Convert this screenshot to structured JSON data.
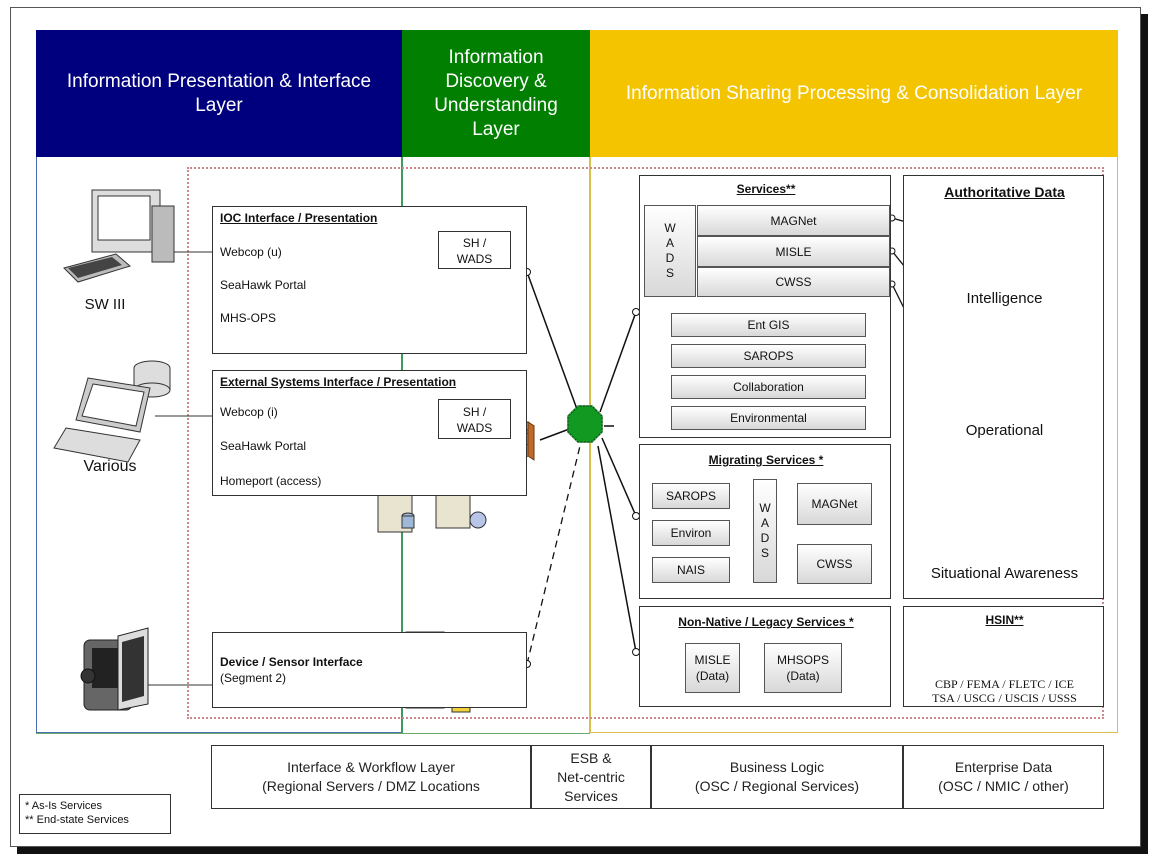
{
  "headers": {
    "presentation": [
      "Information Presentation & Interface",
      "Layer"
    ],
    "discovery": [
      "Information",
      "Discovery &",
      "Understanding",
      "Layer"
    ],
    "sharing": "Information Sharing Processing & Consolidation Layer"
  },
  "clients": {
    "sw3": "SW III",
    "various": "Various"
  },
  "ioc": {
    "title": "IOC Interface / Presentation",
    "items": [
      "Webcop (u)",
      "SeaHawk Portal",
      "MHS-OPS"
    ],
    "box": [
      "SH /",
      "WADS"
    ]
  },
  "external": {
    "title": "External Systems Interface / Presentation",
    "items": [
      "Webcop (i)",
      "SeaHawk Portal",
      "Homeport (access)"
    ],
    "box": [
      "SH /",
      "WADS"
    ]
  },
  "device": {
    "title": "Device / Sensor Interface",
    "sub": "(Segment 2)"
  },
  "services": {
    "title": "Services**",
    "wads": [
      "W",
      "A",
      "D",
      "S"
    ],
    "rows": [
      "MAGNet",
      "MISLE",
      "CWSS"
    ],
    "list": [
      "Ent GIS",
      "SAROPS",
      "Collaboration",
      "Environmental"
    ]
  },
  "migrating": {
    "title": "Migrating Services *",
    "left": [
      "SAROPS",
      "Environ",
      "NAIS"
    ],
    "wads": [
      "W",
      "A",
      "D",
      "S"
    ],
    "right": [
      "MAGNet",
      "CWSS"
    ]
  },
  "legacy": {
    "title": "Non-Native / Legacy Services *",
    "items": [
      [
        "MISLE",
        "(Data)"
      ],
      [
        "MHSOPS",
        "(Data)"
      ]
    ]
  },
  "authoritative": {
    "title": "Authoritative Data",
    "items": [
      "Intelligence",
      "Operational",
      "Situational Awareness"
    ]
  },
  "hsin": {
    "title": "HSIN**",
    "lines": [
      "CBP / FEMA / FLETC / ICE",
      "TSA / USCG / USCIS / USSS"
    ]
  },
  "bottom": [
    [
      "Interface & Workflow Layer",
      "(Regional Servers / DMZ Locations"
    ],
    [
      "ESB &",
      "Net-centric",
      "Services"
    ],
    [
      "Business Logic",
      "(OSC / Regional Services)"
    ],
    [
      "Enterprise Data",
      "(OSC / NMIC / other)"
    ]
  ],
  "legend": [
    "* As-Is Services",
    "** End-state Services"
  ],
  "colors": {
    "navy": "#00007f",
    "green": "#007f00",
    "gold": "#f5c400",
    "hub": "#119922"
  }
}
